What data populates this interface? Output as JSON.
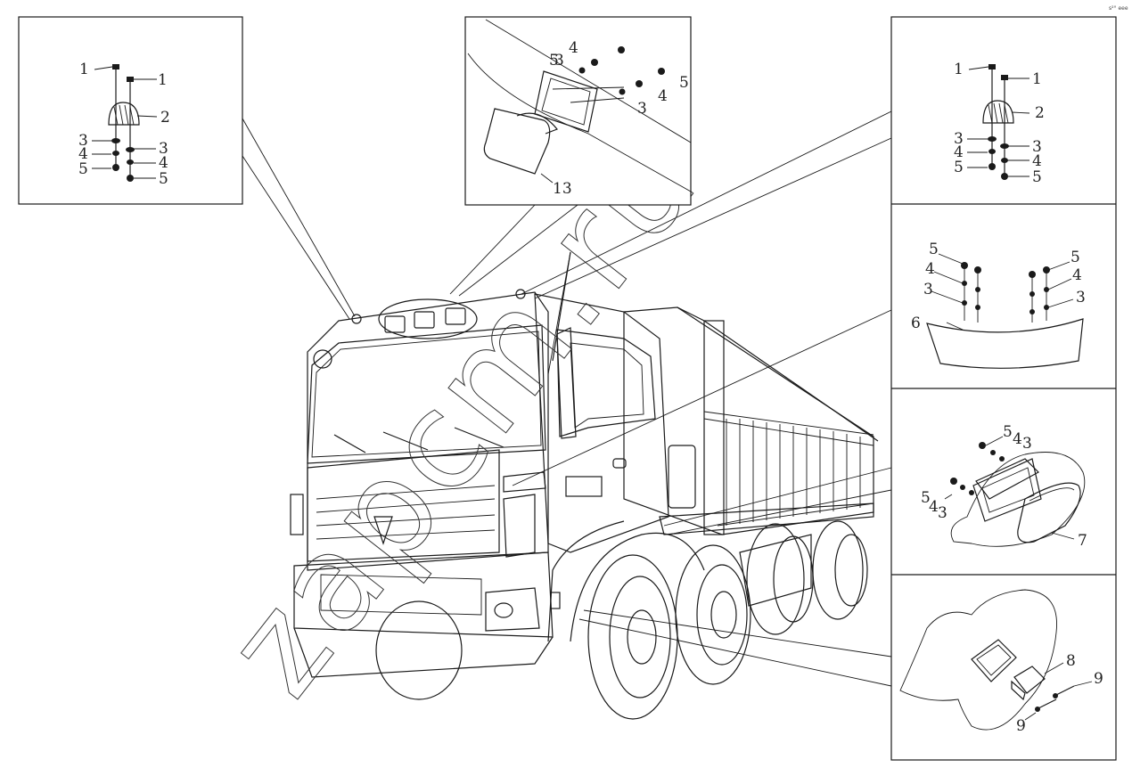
{
  "corner_text": "s²° eee",
  "watermark": {
    "text": "zapcm.ru"
  },
  "callouts": {
    "panel_a": [
      "1",
      "1",
      "2",
      "3",
      "3",
      "4",
      "4",
      "5",
      "5"
    ],
    "panel_b": [
      "5",
      "4",
      "3",
      "5",
      "4",
      "3",
      "13"
    ],
    "panel_c": [
      "1",
      "1",
      "2",
      "3",
      "3",
      "4",
      "4",
      "5",
      "5"
    ],
    "panel_d": [
      "5",
      "4",
      "3",
      "5",
      "4",
      "3",
      "6"
    ],
    "panel_e": [
      "5",
      "4",
      "3",
      "5",
      "4",
      "3",
      "7"
    ],
    "panel_f": [
      "8",
      "9",
      "9"
    ]
  }
}
